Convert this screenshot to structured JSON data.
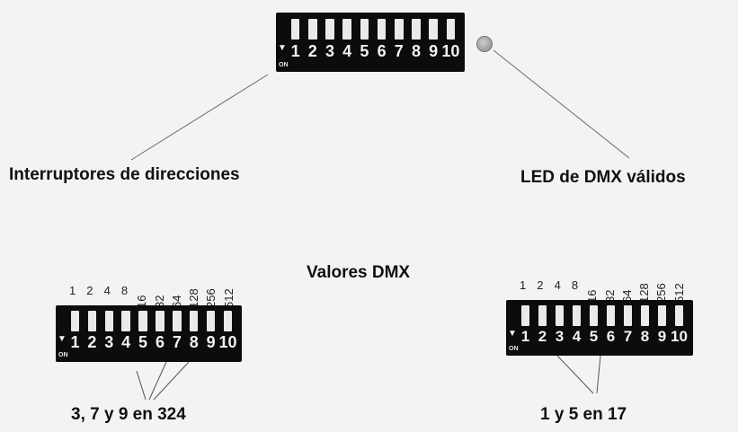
{
  "labels": {
    "address_switches": "Interruptores de direcciones",
    "valid_dmx_led": "LED de DMX válidos",
    "dmx_values": "Valores DMX",
    "example_left": "3, 7 y 9 en 324",
    "example_right": "1 y 5 en 17"
  },
  "dip": {
    "on_text": "ON",
    "arrow": "▼",
    "positions": [
      "1",
      "2",
      "3",
      "4",
      "5",
      "6",
      "7",
      "8",
      "9",
      "10"
    ]
  },
  "dmx_weights": [
    "1",
    "2",
    "4",
    "8",
    "16",
    "32",
    "64",
    "128",
    "256",
    "512"
  ],
  "examples": {
    "left_on_switches": [
      3,
      7,
      9
    ],
    "right_on_switches": [
      1,
      5
    ]
  },
  "colors": {
    "switch_body": "#0c0c0c",
    "switch_lever": "#eaeaea",
    "led": "#aaaaaa"
  }
}
